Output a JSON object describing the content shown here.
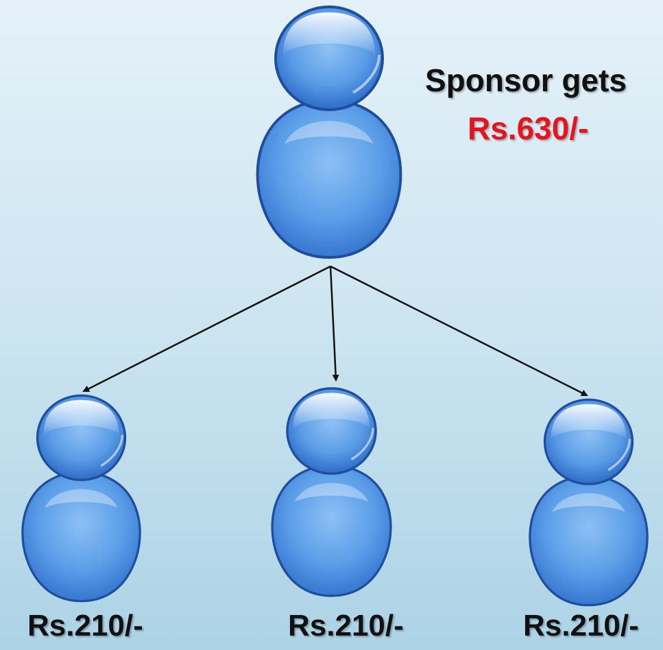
{
  "sponsor": {
    "title": "Sponsor gets",
    "amount": "Rs.630/-"
  },
  "children": [
    {
      "amount": "Rs.210/-"
    },
    {
      "amount": "Rs.210/-"
    },
    {
      "amount": "Rs.210/-"
    }
  ],
  "colors": {
    "amount_highlight": "#e8141b",
    "icon_blue": "#3f86de",
    "icon_outline": "#1f4f9c"
  },
  "icons": {
    "sponsor": "person-icon",
    "children": "person-icon"
  }
}
